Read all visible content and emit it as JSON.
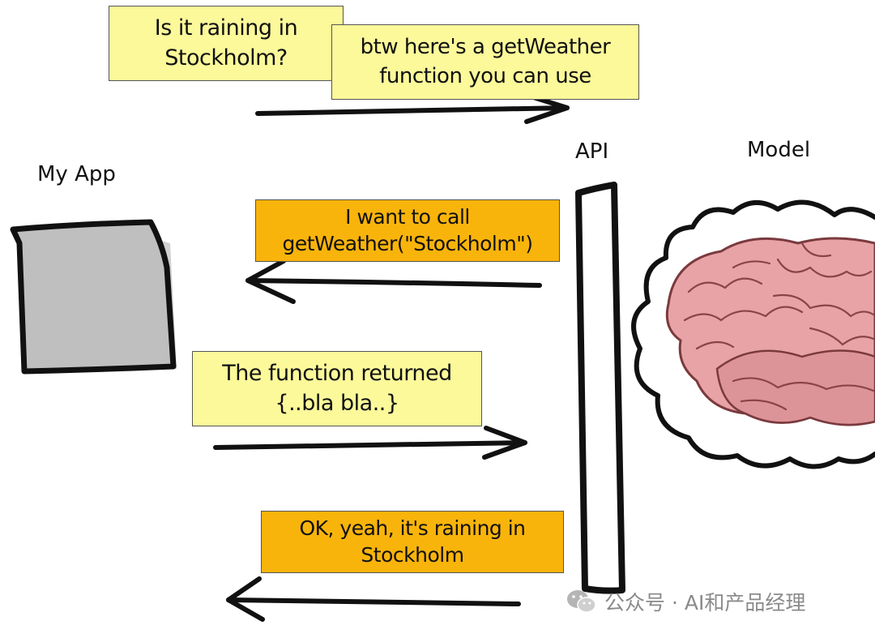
{
  "labels": {
    "my_app": "My App",
    "api": "API",
    "model": "Model"
  },
  "messages": [
    {
      "lines": [
        "Is it raining in",
        "Stockholm?"
      ],
      "color": "#fbf99a"
    },
    {
      "lines": [
        "btw here's a getWeather",
        "function you can use"
      ],
      "color": "#fbf99a"
    },
    {
      "lines": [
        "I want to call",
        "getWeather(\"Stockholm\")"
      ],
      "color": "#f9b40b"
    },
    {
      "lines": [
        "The function returned",
        "{..bla bla..}"
      ],
      "color": "#fbf99a"
    },
    {
      "lines": [
        "OK, yeah, it's raining in",
        "Stockholm"
      ],
      "color": "#f9b40b"
    }
  ],
  "watermark": {
    "text": "公众号 · AI和产品经理",
    "icon": "wechat-icon"
  }
}
